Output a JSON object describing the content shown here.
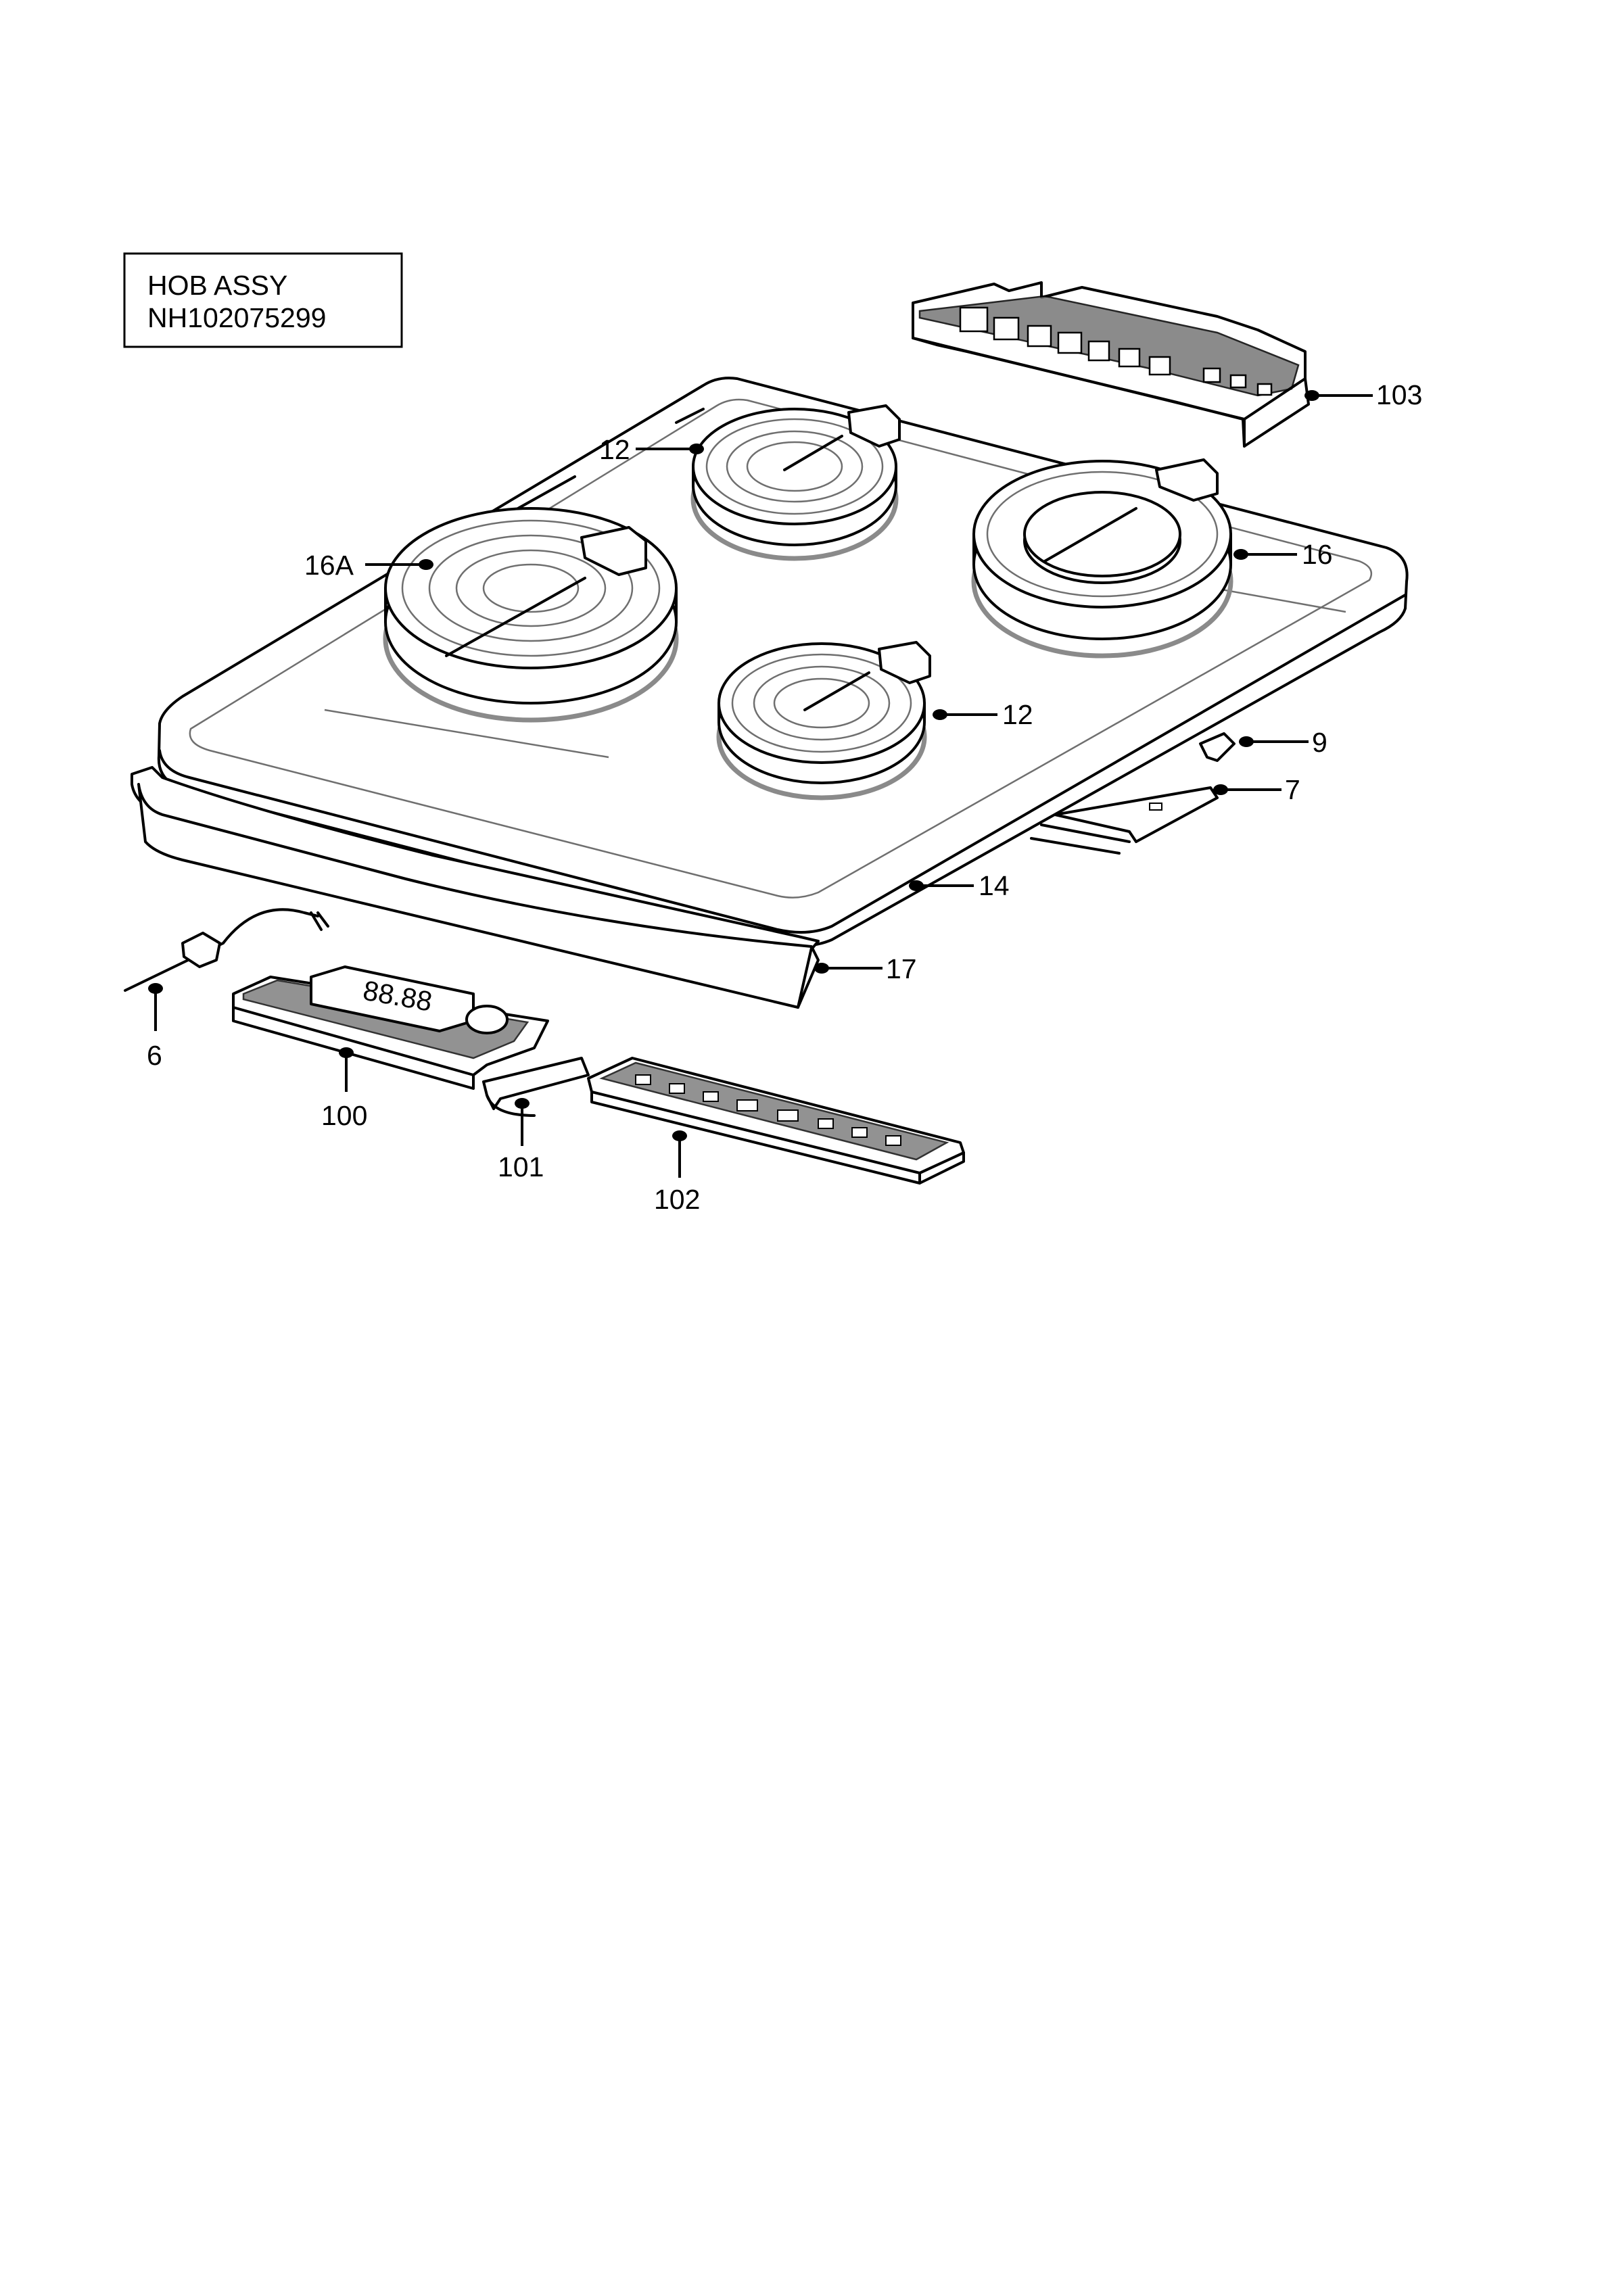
{
  "title_box": {
    "line1": "HOB ASSY",
    "line2": "NH102075299"
  },
  "display_readout": "88.88",
  "callouts": [
    {
      "id": "c103",
      "label": "103"
    },
    {
      "id": "c12a",
      "label": "12"
    },
    {
      "id": "c16a",
      "label": "16A"
    },
    {
      "id": "c16",
      "label": "16"
    },
    {
      "id": "c12b",
      "label": "12"
    },
    {
      "id": "c9",
      "label": "9"
    },
    {
      "id": "c7",
      "label": "7"
    },
    {
      "id": "c14",
      "label": "14"
    },
    {
      "id": "c17",
      "label": "17"
    },
    {
      "id": "c6",
      "label": "6"
    },
    {
      "id": "c100",
      "label": "100"
    },
    {
      "id": "c101",
      "label": "101"
    },
    {
      "id": "c102",
      "label": "102"
    }
  ]
}
